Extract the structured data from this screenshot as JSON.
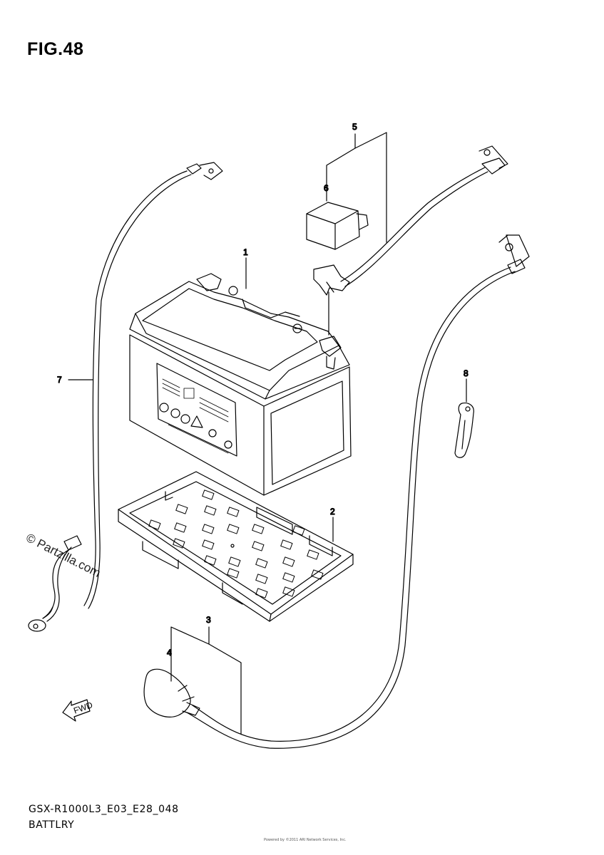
{
  "figure": {
    "title": "FIG.48",
    "code": "GSX-R1000L3_E03_E28_048",
    "name": "BATTLRY",
    "watermark": "© Partzilla.com",
    "copyright": "Powered by ©2011 ARI Network Services, Inc."
  },
  "callouts": [
    {
      "id": "callout-1",
      "label": "1"
    },
    {
      "id": "callout-2",
      "label": "2"
    },
    {
      "id": "callout-3",
      "label": "3"
    },
    {
      "id": "callout-4",
      "label": "4"
    },
    {
      "id": "callout-5",
      "label": "5"
    },
    {
      "id": "callout-6",
      "label": "6"
    },
    {
      "id": "callout-7",
      "label": "7"
    },
    {
      "id": "callout-8",
      "label": "8"
    }
  ],
  "fwd_arrow": {
    "label": "FWD"
  }
}
